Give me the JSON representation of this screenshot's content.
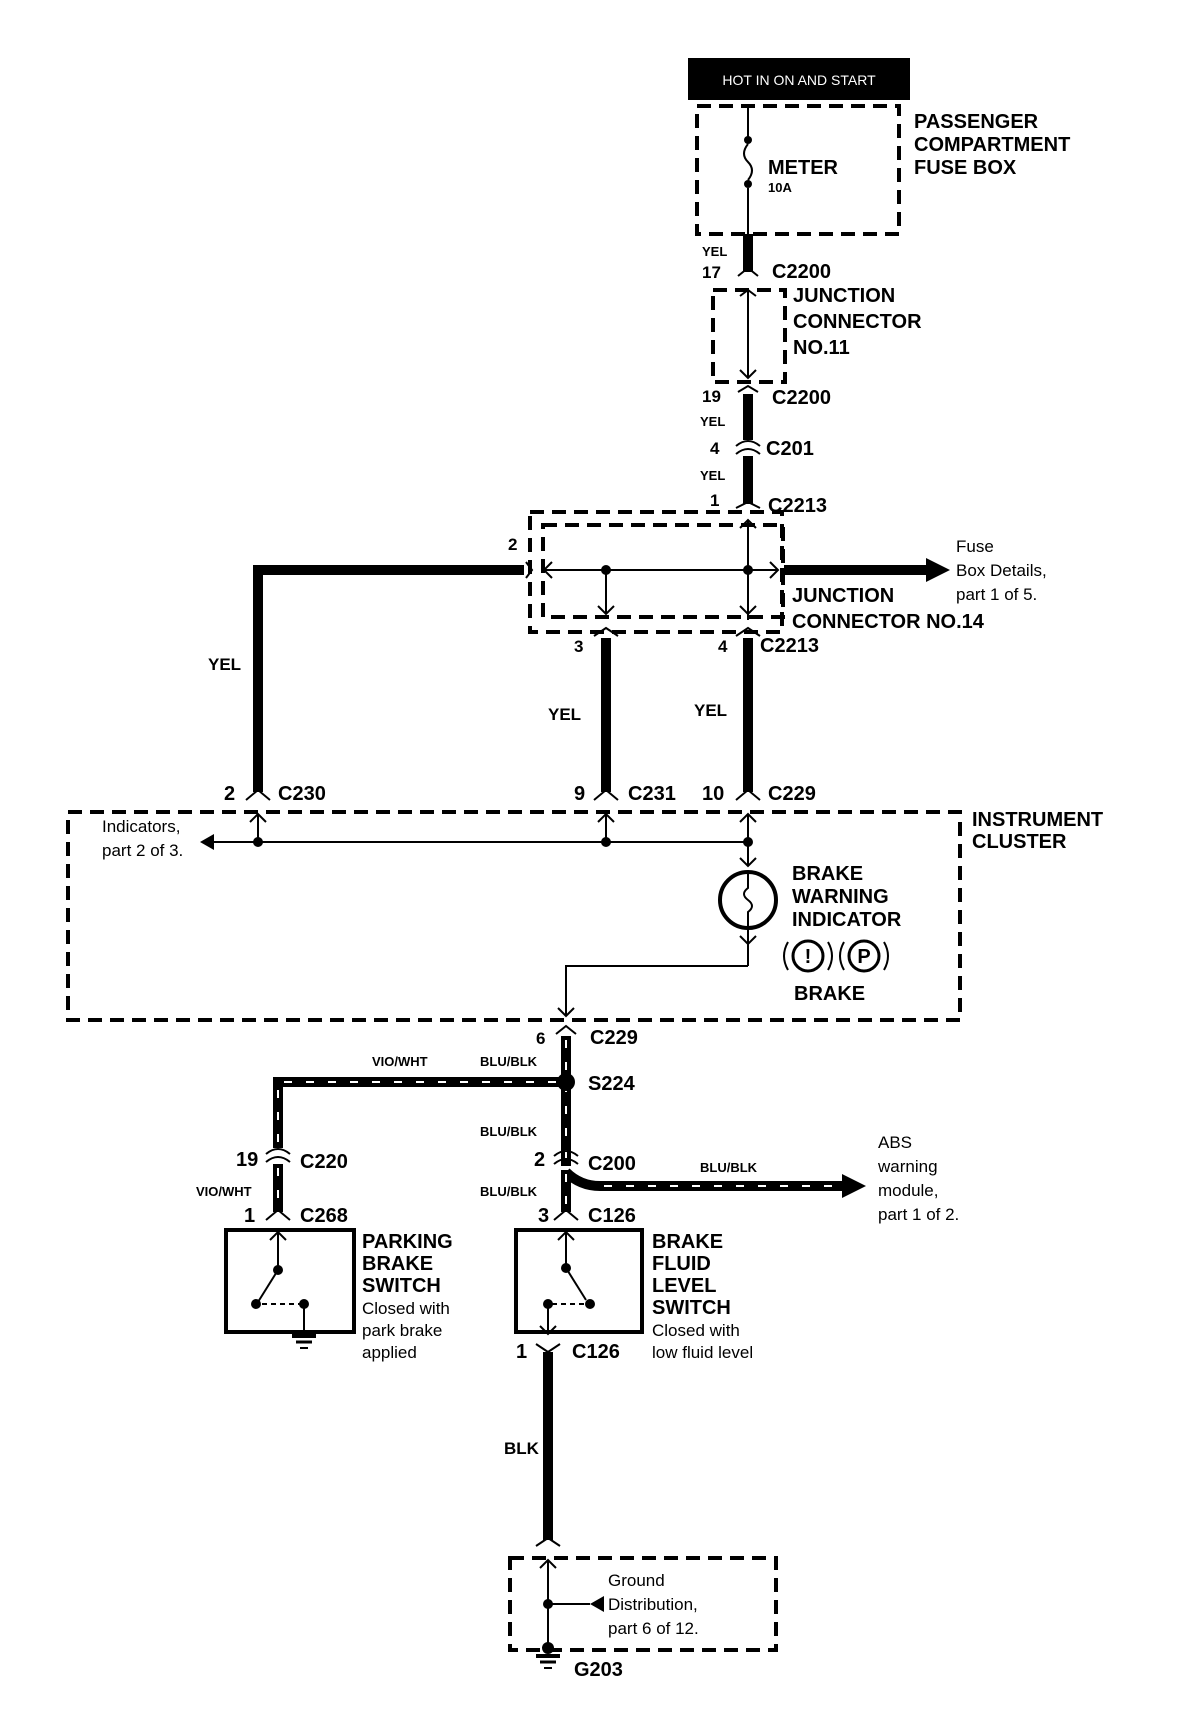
{
  "power": {
    "hot_label": "HOT IN ON AND START",
    "fuse_box": [
      "PASSENGER",
      "COMPARTMENT",
      "FUSE BOX"
    ],
    "fuse_name": "METER",
    "fuse_rating": "10A"
  },
  "jc11": {
    "wire_top": "YEL",
    "pin_top": "17",
    "conn_top": "C2200",
    "title": [
      "JUNCTION",
      "CONNECTOR",
      "NO.11"
    ],
    "pin_bottom": "19",
    "conn_bottom": "C2200"
  },
  "c201": {
    "wire_a": "YEL",
    "pin": "4",
    "conn": "C201",
    "wire_b": "YEL"
  },
  "jc14": {
    "pin_in": "1",
    "conn_in": "C2213",
    "pin_left": "2",
    "title": [
      "JUNCTION",
      "CONNECTOR NO.14"
    ],
    "pin_3": "3",
    "pin_4": "4",
    "conn_out": "C2213",
    "ref": [
      "Fuse",
      "Box Details,",
      "part 1 of 5."
    ]
  },
  "cluster_wires": {
    "left_wire": "YEL",
    "mid_wire": "YEL",
    "right_wire": "YEL",
    "c230_pin": "2",
    "c230": "C230",
    "c231_pin": "9",
    "c231": "C231",
    "c229_pin": "10",
    "c229": "C229"
  },
  "cluster": {
    "title": [
      "INSTRUMENT",
      "CLUSTER"
    ],
    "indicators_ref": [
      "Indicators,",
      "part 2 of 3."
    ],
    "brake_indicator": [
      "BRAKE",
      "WARNING",
      "INDICATOR"
    ],
    "symbol_excl": "!",
    "symbol_p": "P",
    "brake_text": "BRAKE"
  },
  "lower": {
    "c229_pin": "6",
    "c229": "C229",
    "blu_blk_1": "BLU/BLK",
    "vio_wht_1": "VIO/WHT",
    "splice": "S224",
    "blu_blk_2": "BLU/BLK",
    "c220_pin": "19",
    "c220": "C220",
    "vio_wht_2": "VIO/WHT",
    "c268_pin": "1",
    "c268": "C268",
    "c200_pin": "2",
    "c200": "C200",
    "blu_blk_3": "BLU/BLK",
    "blu_blk_abs": "BLU/BLK",
    "abs_ref": [
      "ABS",
      "warning",
      "module,",
      "part 1 of 2."
    ],
    "c126_pin_top": "3",
    "c126_top": "C126"
  },
  "switches": {
    "parking_title": [
      "PARKING",
      "BRAKE",
      "SWITCH"
    ],
    "parking_desc": [
      "Closed with",
      "park brake",
      "applied"
    ],
    "fluid_title": [
      "BRAKE",
      "FLUID",
      "LEVEL",
      "SWITCH"
    ],
    "fluid_desc": [
      "Closed with",
      "low fluid level"
    ],
    "c126_pin_bottom": "1",
    "c126_bottom": "C126",
    "blk_wire": "BLK"
  },
  "ground": {
    "ref": [
      "Ground",
      "Distribution,",
      "part 6 of 12."
    ],
    "name": "G203"
  }
}
